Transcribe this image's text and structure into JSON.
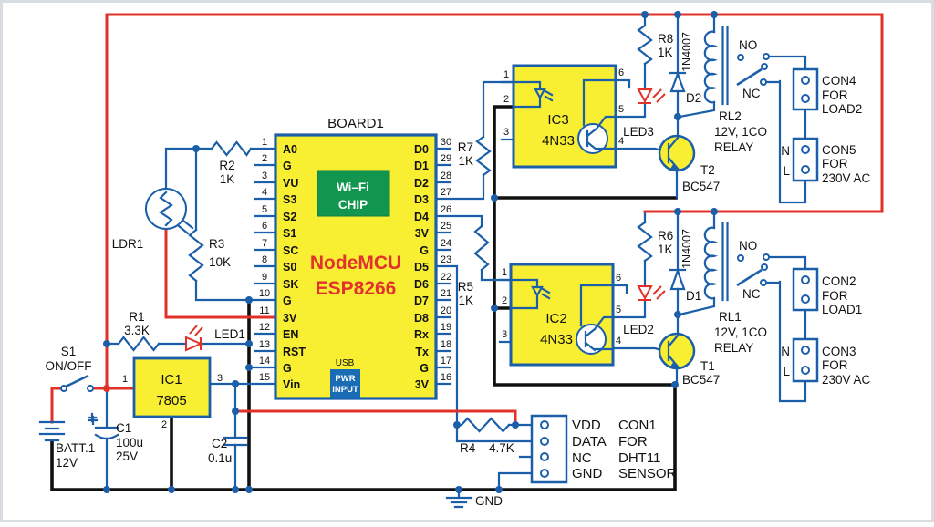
{
  "board": {
    "title": "BOARD1",
    "wifi": {
      "line1": "Wi–Fi",
      "line2": "CHIP"
    },
    "mcu": {
      "line1": "NodeMCU",
      "line2": "ESP8266"
    },
    "usb": {
      "label": "USB",
      "line1": "PWR",
      "line2": "INPUT"
    },
    "left_pins": [
      {
        "num": "1",
        "label": "A0"
      },
      {
        "num": "2",
        "label": "G"
      },
      {
        "num": "3",
        "label": "VU"
      },
      {
        "num": "4",
        "label": "S3"
      },
      {
        "num": "5",
        "label": "S2"
      },
      {
        "num": "6",
        "label": "S1"
      },
      {
        "num": "7",
        "label": "SC"
      },
      {
        "num": "8",
        "label": "S0"
      },
      {
        "num": "9",
        "label": "SK"
      },
      {
        "num": "10",
        "label": "G"
      },
      {
        "num": "11",
        "label": "3V"
      },
      {
        "num": "12",
        "label": "EN"
      },
      {
        "num": "13",
        "label": "RST"
      },
      {
        "num": "14",
        "label": "G"
      },
      {
        "num": "15",
        "label": "Vin"
      }
    ],
    "right_pins": [
      {
        "num": "30",
        "label": "D0"
      },
      {
        "num": "29",
        "label": "D1"
      },
      {
        "num": "28",
        "label": "D2"
      },
      {
        "num": "27",
        "label": "D3"
      },
      {
        "num": "26",
        "label": "D4"
      },
      {
        "num": "25",
        "label": "3V"
      },
      {
        "num": "24",
        "label": "G"
      },
      {
        "num": "23",
        "label": "D5"
      },
      {
        "num": "22",
        "label": "D6"
      },
      {
        "num": "21",
        "label": "D7"
      },
      {
        "num": "20",
        "label": "D8"
      },
      {
        "num": "19",
        "label": "Rx"
      },
      {
        "num": "18",
        "label": "Tx"
      },
      {
        "num": "17",
        "label": "G"
      },
      {
        "num": "16",
        "label": "3V"
      }
    ]
  },
  "power": {
    "switch": {
      "ref": "S1",
      "label": "ON/OFF"
    },
    "battery": {
      "ref": "BATT.1",
      "value": "12V"
    },
    "c1": {
      "ref": "C1",
      "value": "100u",
      "voltage": "25V"
    },
    "c2": {
      "ref": "C2",
      "value": "0.1u"
    },
    "ic1": {
      "ref": "IC1",
      "value": "7805",
      "pin1": "1",
      "pin2": "2",
      "pin3": "3"
    },
    "r1": {
      "ref": "R1",
      "value": "3.3K"
    },
    "led1": {
      "ref": "LED1"
    },
    "gnd_label": "GND"
  },
  "sensor_input": {
    "ldr": {
      "ref": "LDR1"
    },
    "r2": {
      "ref": "R2",
      "value": "1K"
    },
    "r3": {
      "ref": "R3",
      "value": "10K"
    }
  },
  "dht": {
    "r4": {
      "ref": "R4",
      "value": "4.7K"
    },
    "con1": {
      "ref": "CON1",
      "line2": "FOR",
      "line3": "DHT11",
      "line4": "SENSOR",
      "pin1": "VDD",
      "pin2": "DATA",
      "pin3": "NC",
      "pin4": "GND"
    }
  },
  "channel_top": {
    "r_base": {
      "ref": "R7",
      "value": "1K"
    },
    "opto": {
      "ref": "IC3",
      "value": "4N33",
      "p1": "1",
      "p2": "2",
      "p3": "3",
      "p4": "4",
      "p5": "5",
      "p6": "6"
    },
    "r_led": {
      "ref": "R8",
      "value": "1K"
    },
    "led": {
      "ref": "LED3"
    },
    "diode": {
      "ref": "D2",
      "value": "1N4007"
    },
    "transistor": {
      "ref": "T2",
      "value": "BC547"
    },
    "relay": {
      "ref": "RL2",
      "line2": "12V, 1CO",
      "line3": "RELAY",
      "no": "NO",
      "nc": "NC"
    },
    "con_load": {
      "ref": "CON4",
      "line2": "FOR",
      "line3": "LOAD2"
    },
    "con_mains": {
      "ref": "CON5",
      "line2": "FOR",
      "line3": "230V AC",
      "n": "N",
      "l": "L"
    }
  },
  "channel_bottom": {
    "r_base": {
      "ref": "R5",
      "value": "1K"
    },
    "opto": {
      "ref": "IC2",
      "value": "4N33",
      "p1": "1",
      "p2": "2",
      "p3": "3",
      "p4": "4",
      "p5": "5",
      "p6": "6"
    },
    "r_led": {
      "ref": "R6",
      "value": "1K"
    },
    "led": {
      "ref": "LED2"
    },
    "diode": {
      "ref": "D1",
      "value": "1N4007"
    },
    "transistor": {
      "ref": "T1",
      "value": "BC547"
    },
    "relay": {
      "ref": "RL1",
      "line2": "12V, 1CO",
      "line3": "RELAY",
      "no": "NO",
      "nc": "NC"
    },
    "con_load": {
      "ref": "CON2",
      "line2": "FOR",
      "line3": "LOAD1"
    },
    "con_mains": {
      "ref": "CON3",
      "line2": "FOR",
      "line3": "230V AC",
      "n": "N",
      "l": "L"
    }
  }
}
